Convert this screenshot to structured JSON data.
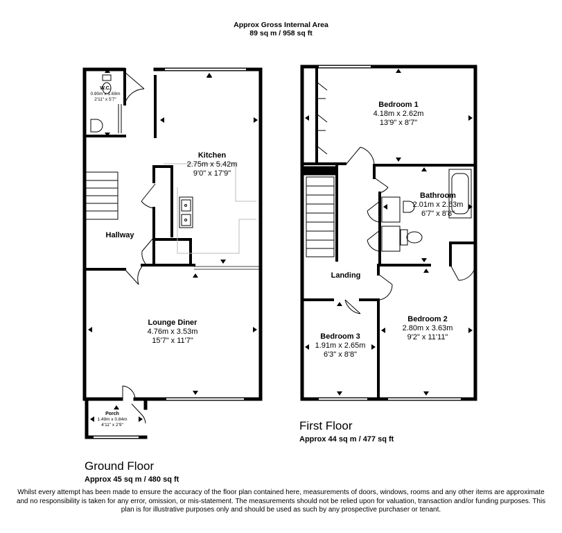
{
  "header": {
    "title": "Approx Gross Internal Area",
    "area": "89 sq m / 958 sq ft"
  },
  "ground_floor": {
    "name": "Ground Floor",
    "area": "Approx 45 sq m / 480 sq ft",
    "rooms": {
      "wc": {
        "name": "W.C.",
        "metric": "0.90m x 1.69m",
        "imperial": "2'11\" x 5'7\""
      },
      "kitchen": {
        "name": "Kitchen",
        "metric": "2.75m x 5.42m",
        "imperial": "9'0\" x 17'9\""
      },
      "hallway": {
        "name": "Hallway"
      },
      "lounge": {
        "name": "Lounge Diner",
        "metric": "4.76m x 3.53m",
        "imperial": "15'7\" x 11'7\""
      },
      "porch": {
        "name": "Porch",
        "metric": "1.49m x 0.84m",
        "imperial": "4'11\" x 2'9\""
      }
    }
  },
  "first_floor": {
    "name": "First Floor",
    "area": "Approx 44 sq m / 477 sq ft",
    "rooms": {
      "bedroom1": {
        "name": "Bedroom 1",
        "metric": "4.18m x 2.62m",
        "imperial": "13'9\" x 8'7\""
      },
      "bathroom": {
        "name": "Bathroom",
        "metric": "2.01m x 2.63m",
        "imperial": "6'7\" x 8'8\""
      },
      "landing": {
        "name": "Landing"
      },
      "bedroom3": {
        "name": "Bedroom 3",
        "metric": "1.91m x 2.65m",
        "imperial": "6'3\" x 8'8\""
      },
      "bedroom2": {
        "name": "Bedroom 2",
        "metric": "2.80m x 3.63m",
        "imperial": "9'2\" x 11'11\""
      }
    }
  },
  "disclaimer": "Whilst every attempt has been made to ensure the accuracy of the floor plan contained here, measurements of doors, windows, rooms and any other items are approximate and no responsibility is taken for any error, omission, or mis-statement. The measurements should not be relied upon for valuation, transaction and/or funding purposes. This plan is for illustrative purposes only and should be used as such by any prospective purchaser or tenant."
}
